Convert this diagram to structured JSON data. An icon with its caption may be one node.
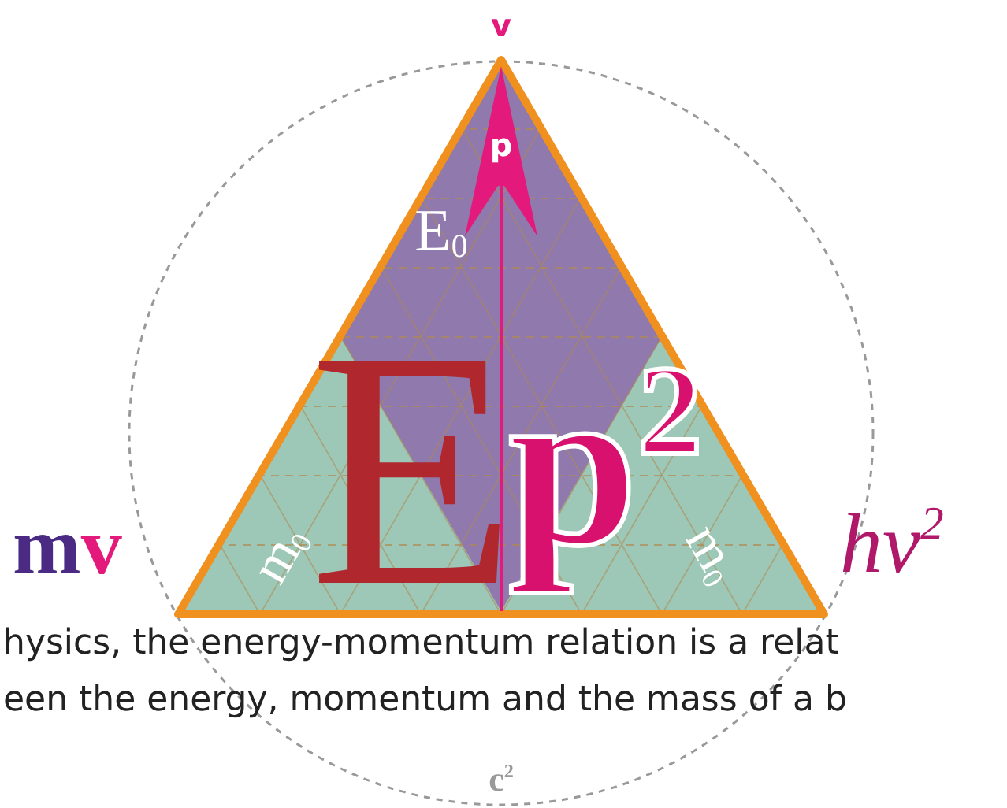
{
  "diagram": {
    "labels": [
      "v",
      "p",
      "E$_{0}$",
      "E",
      "p$^{2}$",
      "m$_{0}$",
      "m$_{0}$",
      "mv",
      "hv$^{2}$",
      "hysics, the energy-momentum relation is a relat",
      "een the energy, momentum and the mass of a b",
      "c$^{2}$"
    ]
  }
}
